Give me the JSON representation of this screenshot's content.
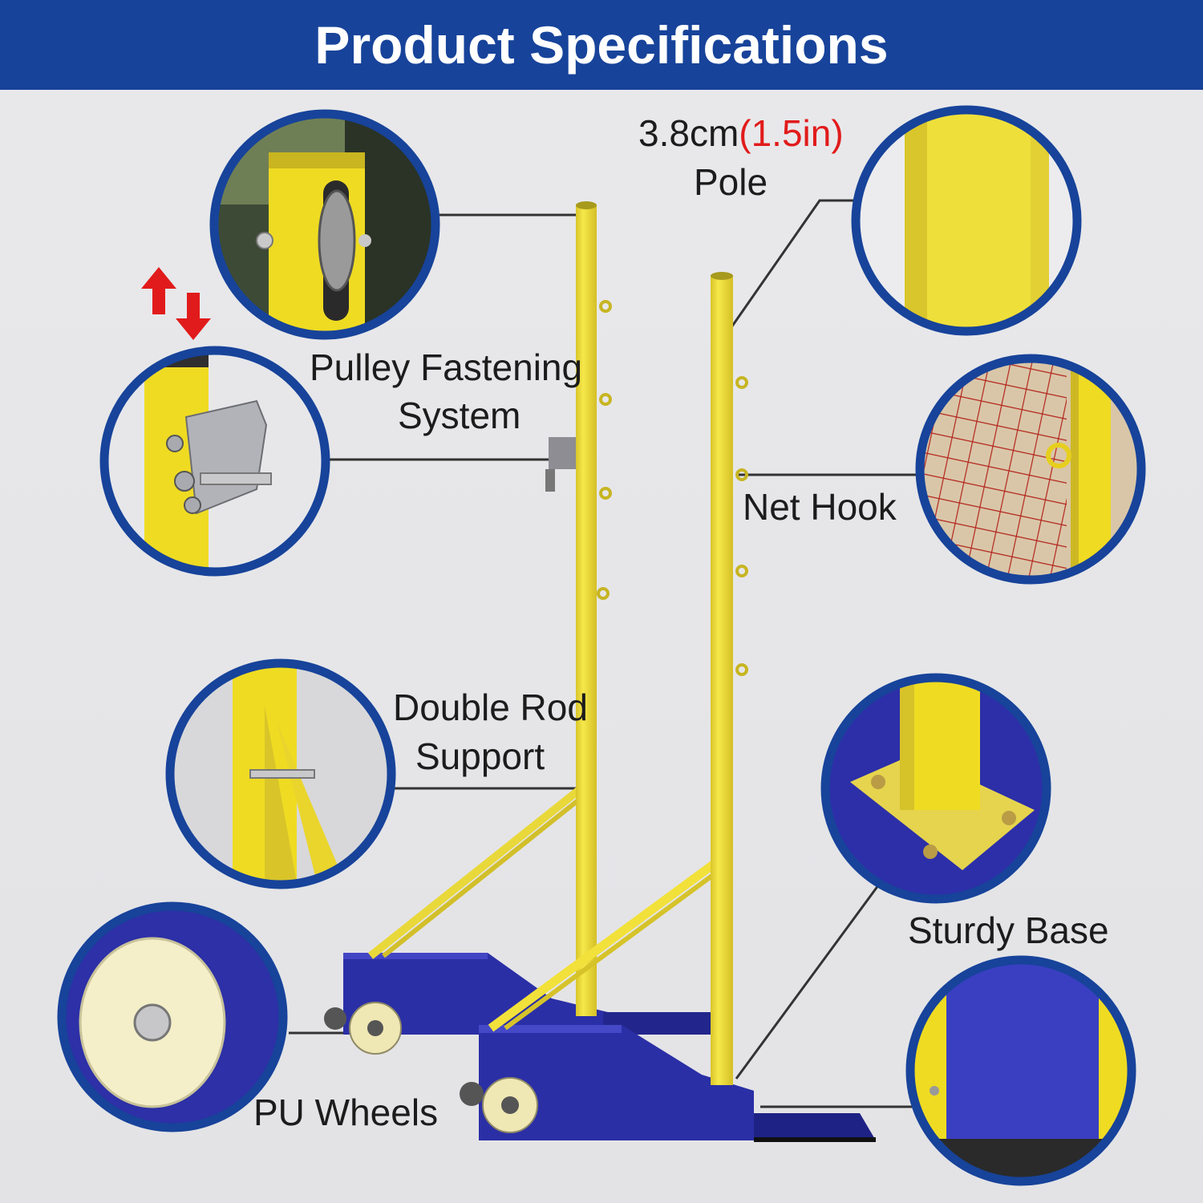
{
  "header": {
    "title": "Product Specifications"
  },
  "labels": {
    "pole_size_cm": "3.8cm",
    "pole_size_in": "(1.5in)",
    "pole": "Pole",
    "pulley_line1": "Pulley Fastening",
    "pulley_line2": "System",
    "net_hook": "Net Hook",
    "double_rod_line1": "Double Rod",
    "double_rod_line2": "Support",
    "sturdy_base": "Sturdy Base",
    "pu_wheels": "PU Wheels"
  },
  "colors": {
    "header_bg": "#17439a",
    "circle_border": "#17439a",
    "pole_yellow": "#f2e13a",
    "base_blue": "#2b2fa6",
    "accent_red": "#e11b1b",
    "wheel_cream": "#f4efc8"
  }
}
